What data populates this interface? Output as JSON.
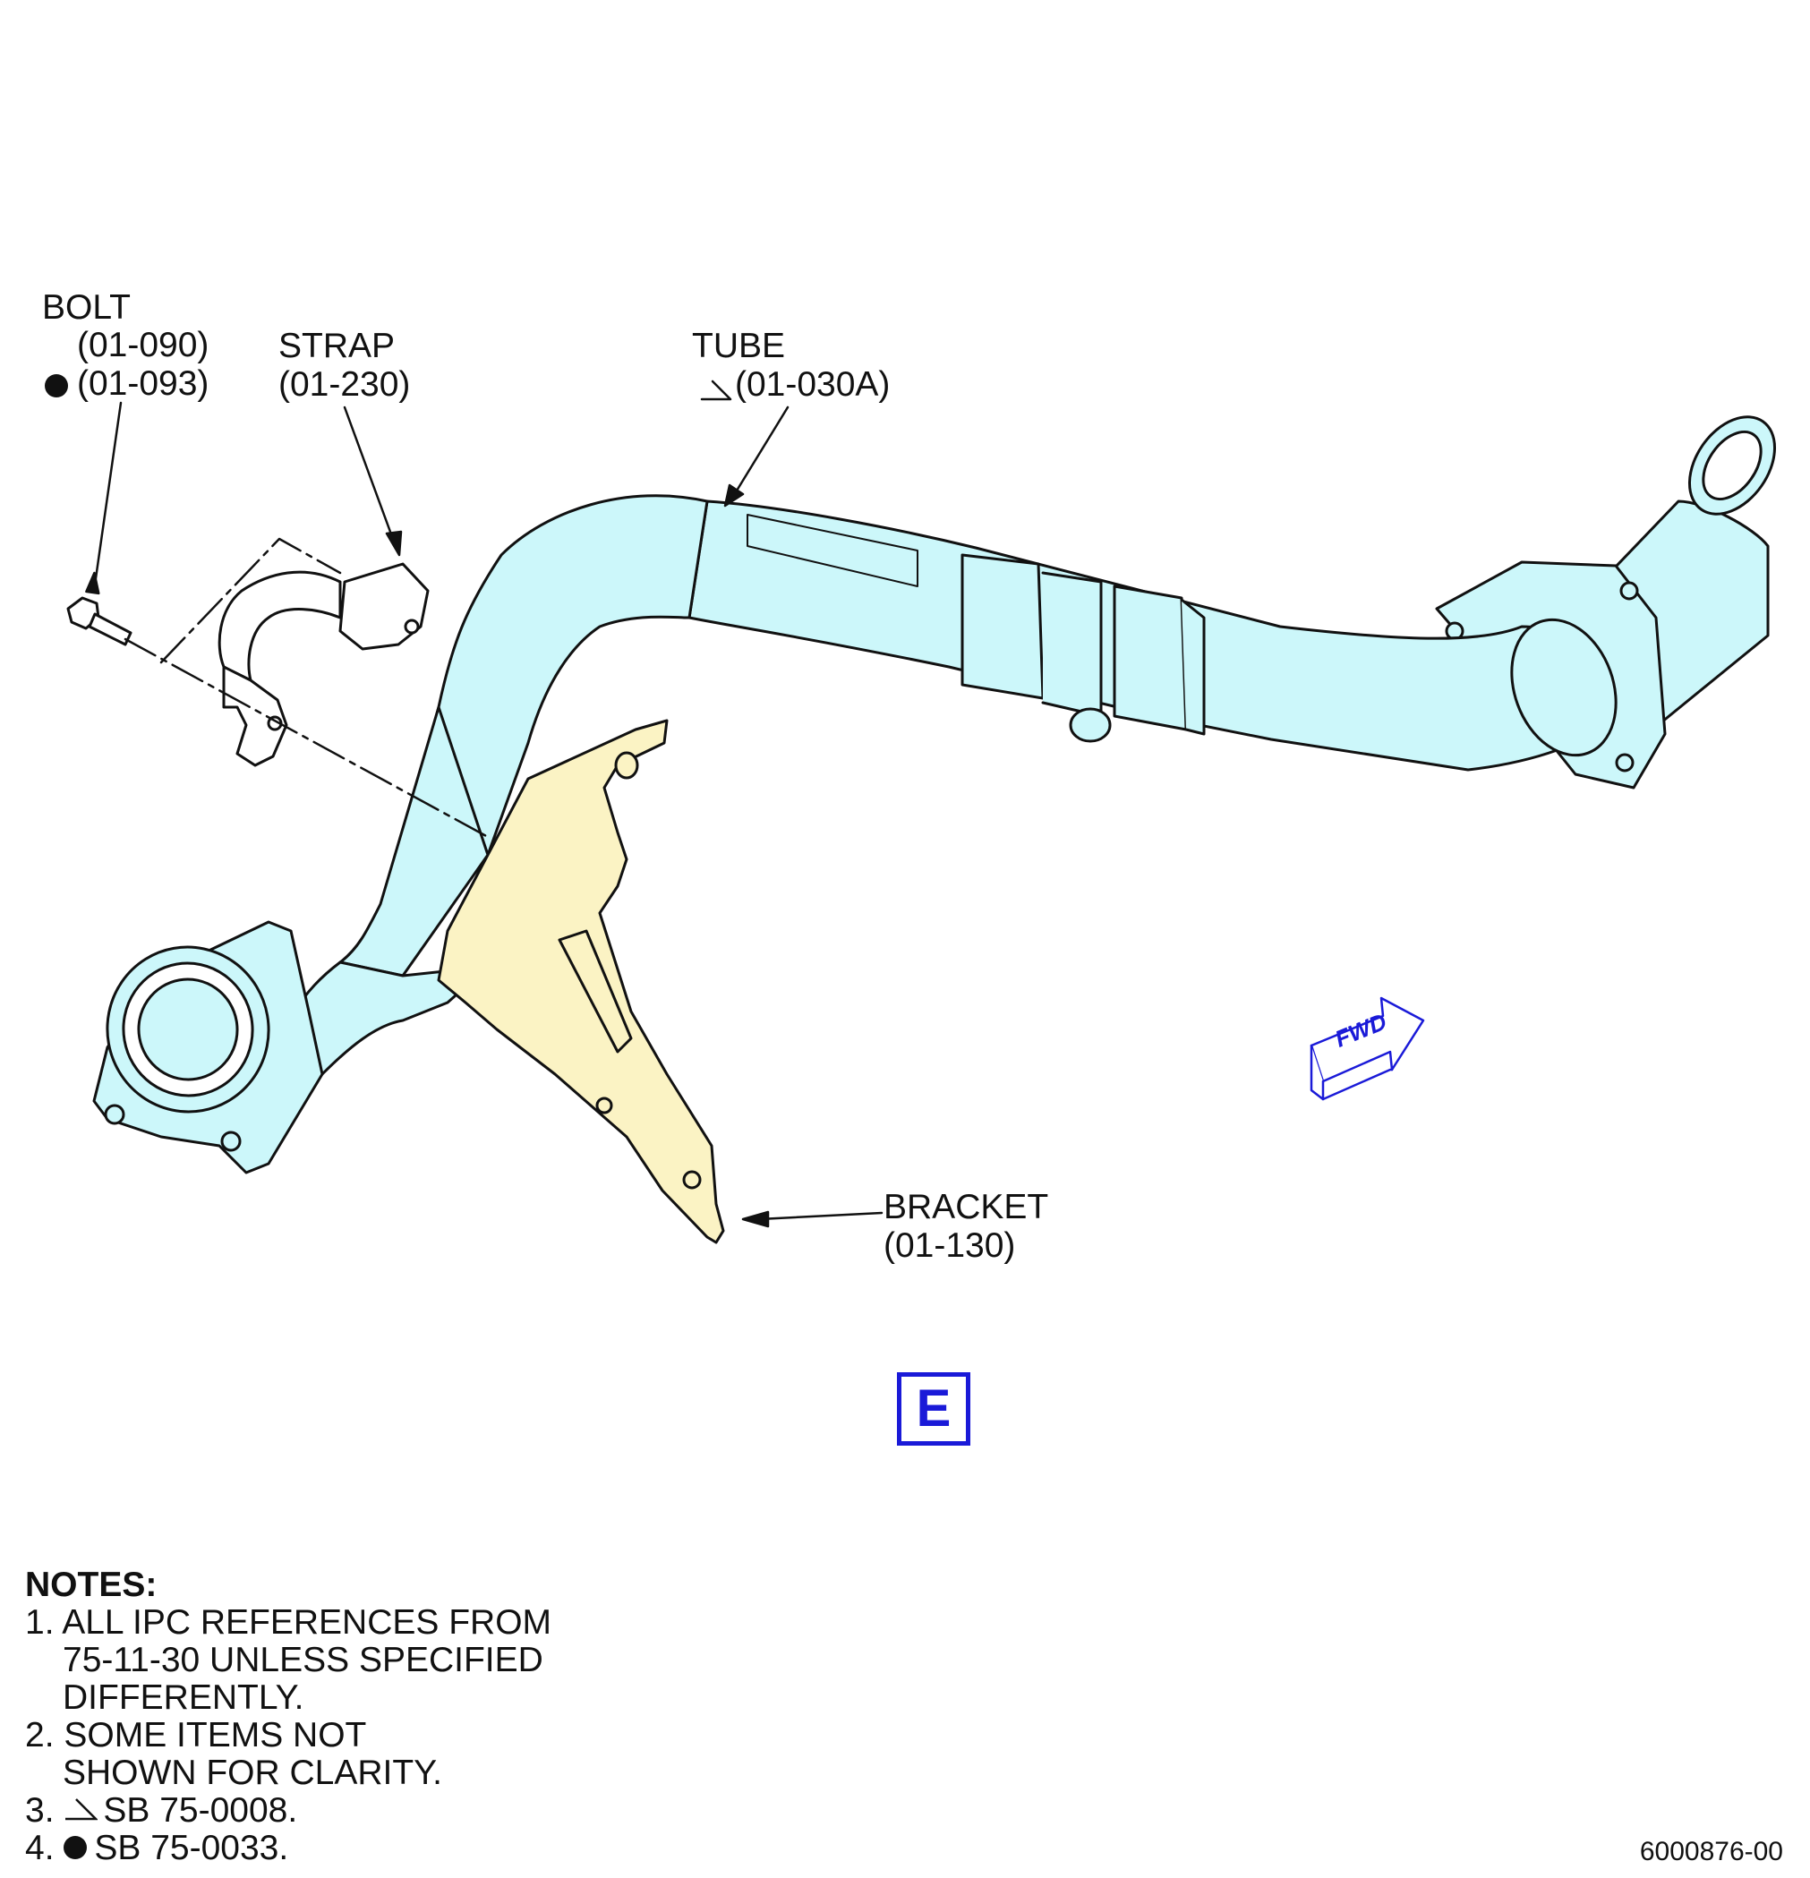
{
  "callouts": {
    "bolt": {
      "name": "BOLT",
      "ref1": "(01-090)",
      "ref2": "(01-093)"
    },
    "strap": {
      "name": "STRAP",
      "ref": "(01-230)"
    },
    "tube": {
      "name": "TUBE",
      "ref": "(01-030A)"
    },
    "bracket": {
      "name": "BRACKET",
      "ref": "(01-130)"
    }
  },
  "fwd_arrow": {
    "label": "FWD"
  },
  "view_label": "E",
  "notes": {
    "heading": "NOTES:",
    "n1_a": "1. ALL IPC REFERENCES FROM",
    "n1_b": "75-11-30 UNLESS SPECIFIED",
    "n1_c": "DIFFERENTLY.",
    "n2_a": "2. SOME ITEMS NOT",
    "n2_b": "SHOWN FOR CLARITY.",
    "n3_num": "3.",
    "n3_text": "SB 75-0008.",
    "n4_num": "4.",
    "n4_text": "SB 75-0033."
  },
  "figure_number": "6000876-00",
  "colors": {
    "tube_fill": "#ccf7fa",
    "bracket_fill": "#fbf3c4",
    "line": "#111111",
    "accent_blue": "#1a1ad8"
  }
}
